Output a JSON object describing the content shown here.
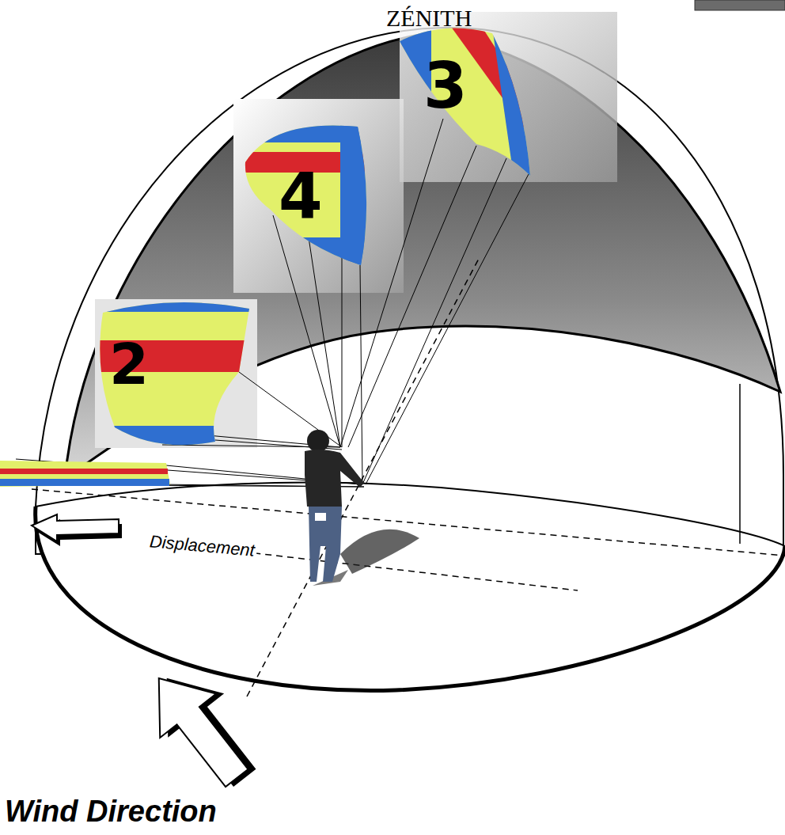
{
  "diagram": {
    "labels": [
      "ZÉNITH",
      "3",
      "4",
      "2",
      "Displacement",
      "Wind Direction"
    ]
  }
}
